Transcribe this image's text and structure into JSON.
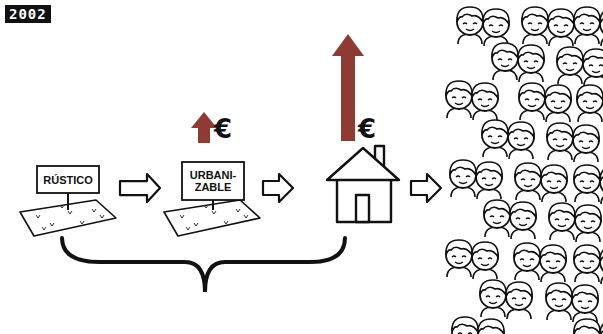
{
  "diagram": {
    "nodes": [
      {
        "text": [
          "RÚSTICO"
        ]
      },
      {
        "text": [
          "URBANI- ZABLE"
        ]
      }
    ],
    "edges": [
      {
        "from": 0,
        "to": 1,
        "arrow": "to"
      }
    ],
    "labels": [
      "2002",
      "€",
      "€"
    ]
  }
}
